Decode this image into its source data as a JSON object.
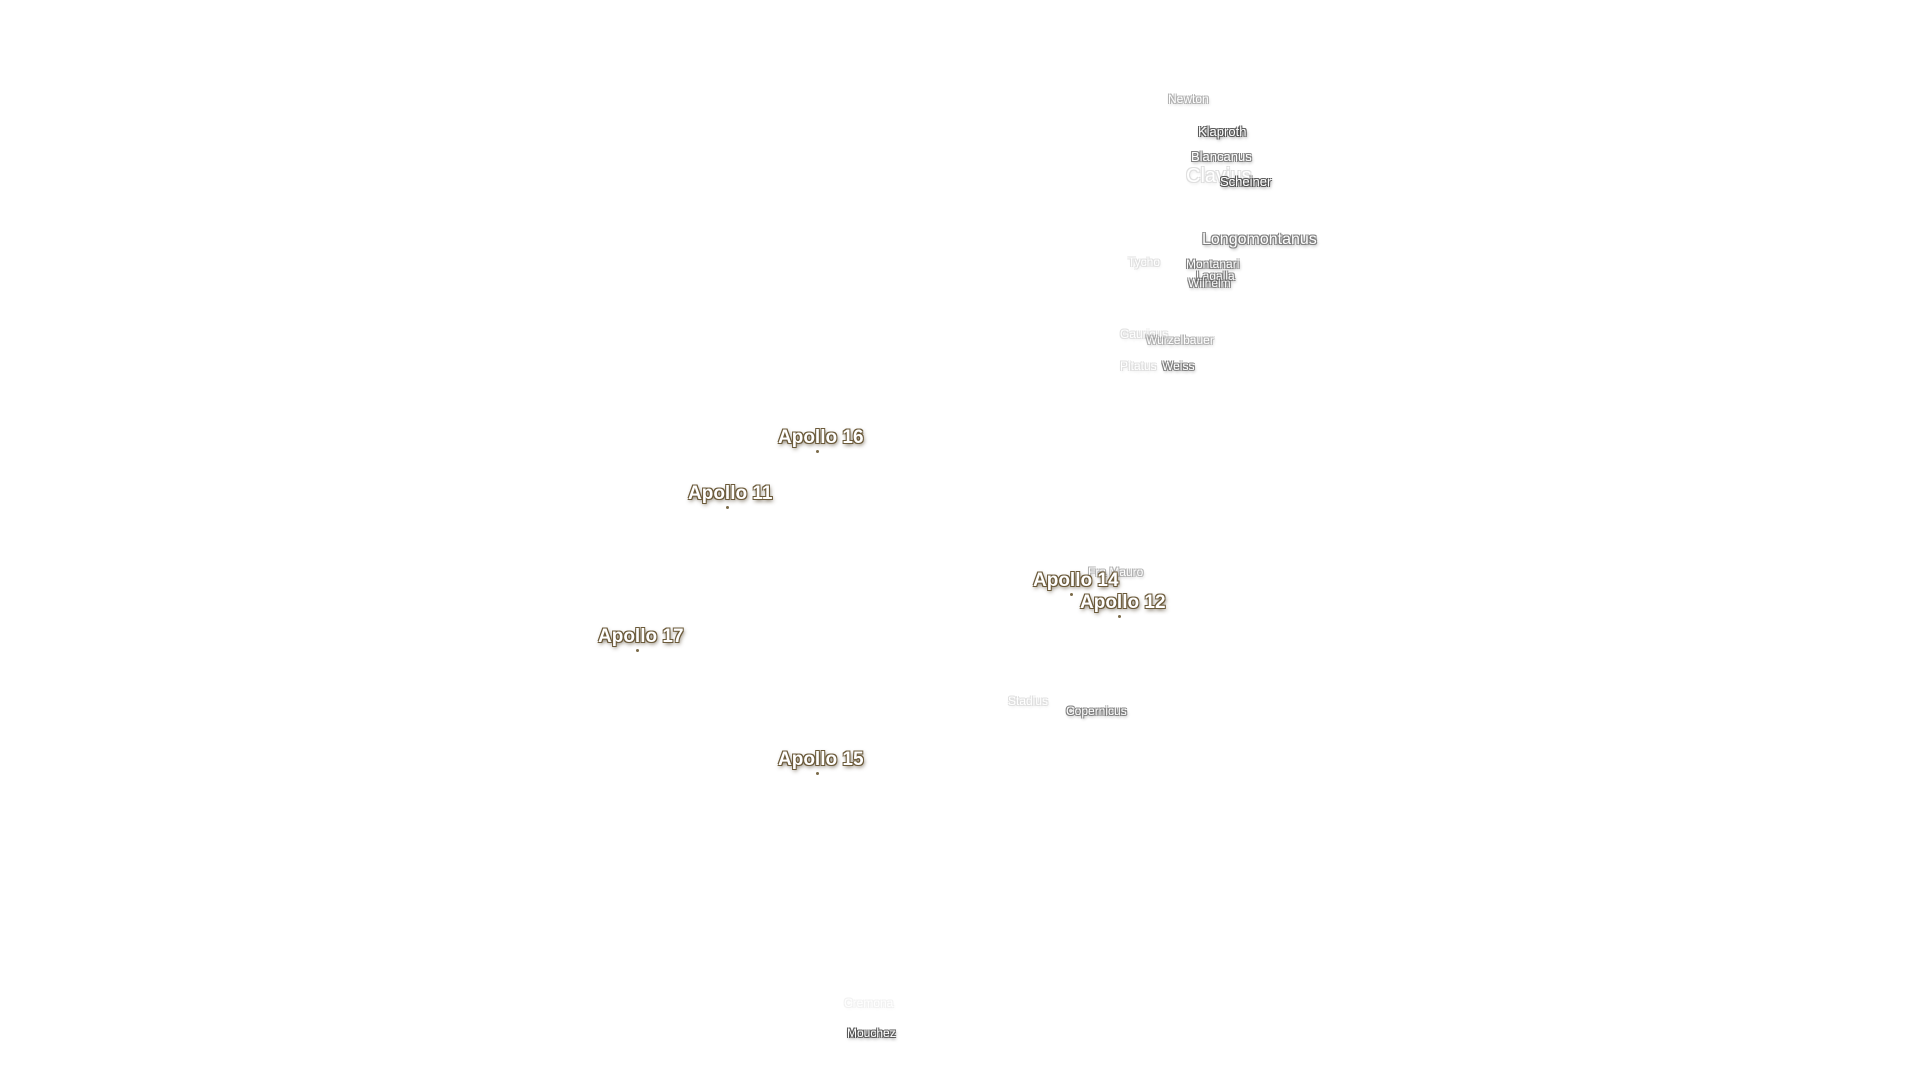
{
  "map": {
    "craters": [
      {
        "id": "newton",
        "name": "Newton"
      },
      {
        "id": "klaproth",
        "name": "Klaproth"
      },
      {
        "id": "blancanus",
        "name": "Blancanus"
      },
      {
        "id": "clavius",
        "name": "Clavius"
      },
      {
        "id": "scheiner",
        "name": "Scheiner"
      },
      {
        "id": "longomontanus",
        "name": "Longomontanus"
      },
      {
        "id": "tycho",
        "name": "Tycho"
      },
      {
        "id": "montanari",
        "name": "Montanari"
      },
      {
        "id": "lagalla",
        "name": "Lagalla"
      },
      {
        "id": "wilhelm",
        "name": "Wilhelm"
      },
      {
        "id": "gauricus",
        "name": "Gauricus"
      },
      {
        "id": "wurzelbauer",
        "name": "Wurzelbauer"
      },
      {
        "id": "pitatus",
        "name": "Pitatus"
      },
      {
        "id": "weiss",
        "name": "Weiss"
      },
      {
        "id": "fra-mauro",
        "name": "Fra Mauro"
      },
      {
        "id": "stadius",
        "name": "Stadius"
      },
      {
        "id": "copernicus",
        "name": "Copernicus"
      },
      {
        "id": "cremona",
        "name": "Cremona"
      },
      {
        "id": "mouchez",
        "name": "Mouchez"
      }
    ],
    "landing_sites": [
      {
        "id": "apollo-16",
        "name": "Apollo 16"
      },
      {
        "id": "apollo-11",
        "name": "Apollo 11"
      },
      {
        "id": "apollo-14",
        "name": "Apollo 14"
      },
      {
        "id": "apollo-12",
        "name": "Apollo 12"
      },
      {
        "id": "apollo-17",
        "name": "Apollo 17"
      },
      {
        "id": "apollo-15",
        "name": "Apollo 15"
      }
    ],
    "colors": {
      "background": "#ffffff",
      "label_fill": "#ffffff",
      "crater_outline": "#555555",
      "apollo_outline": "#6b5a3a"
    }
  }
}
